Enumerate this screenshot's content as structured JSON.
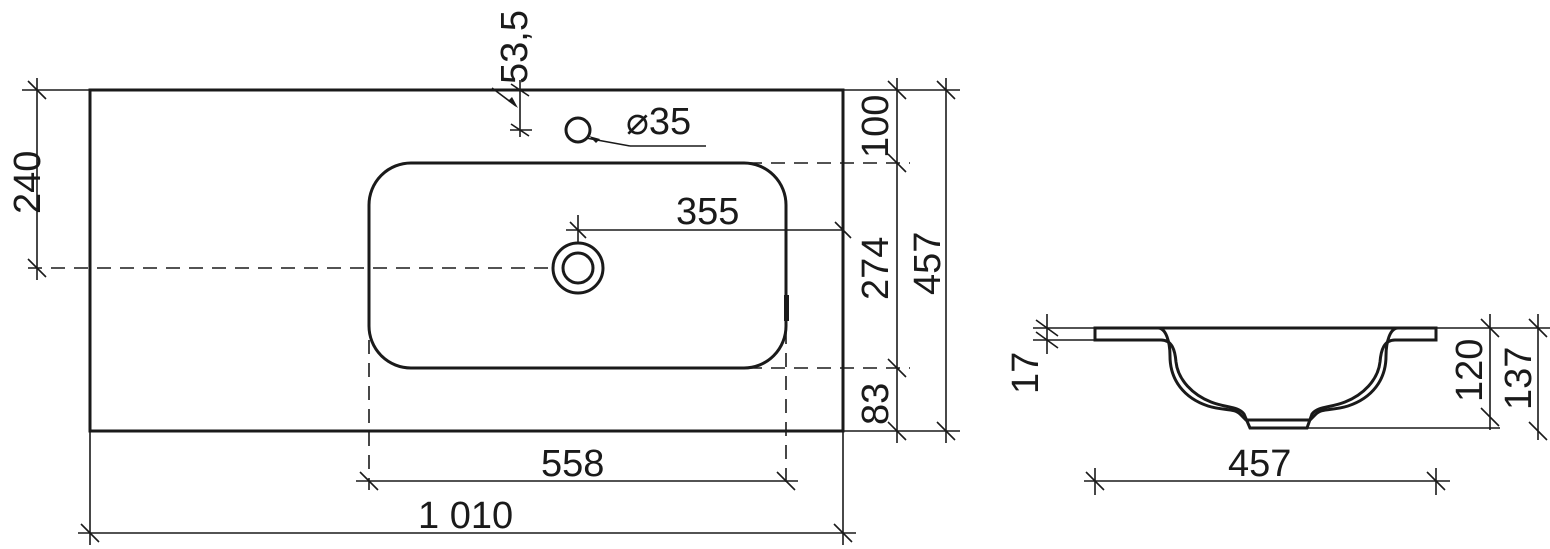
{
  "drawing": {
    "colors": {
      "ink": "#1a1a1a",
      "background": "#ffffff"
    },
    "dims": {
      "tap_offset": "53,5",
      "tap_hole": "⌀35",
      "bowl_top_offset": "100",
      "drain_offset": "355",
      "bowl_depth": "274",
      "overall_depth": "457",
      "bowl_bottom_offset": "83",
      "drain_height": "240",
      "bowl_width": "558",
      "overall_width": "1 010",
      "rim_thickness": "17",
      "section_width": "457",
      "bowl_height": "120",
      "total_height": "137"
    }
  }
}
